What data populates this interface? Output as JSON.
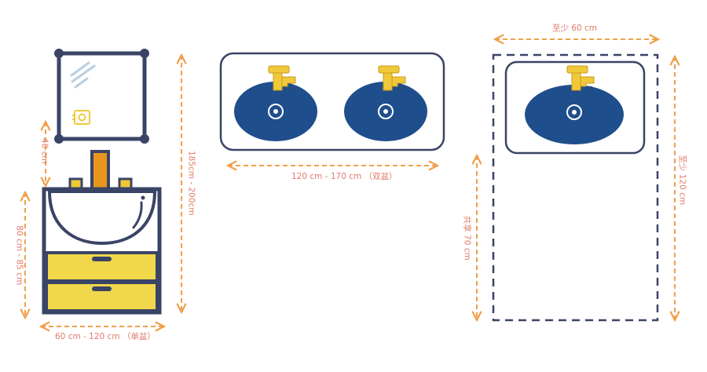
{
  "colors": {
    "navy": "#3a4466",
    "sink_blue": "#1f4e8c",
    "yellow": "#f0c93a",
    "orange_handle": "#e8951e",
    "dim_line": "#f0a04b",
    "label": "#e07a6a",
    "vanity_white": "#ffffff"
  },
  "labels": {
    "mirror_gap": "40 cm",
    "vanity_height": "80 cm - 85 cm",
    "mirror_total_height": "185cm - 200cm",
    "single_width": "60 cm - 120 cm （单盆）",
    "double_width": "120 cm - 170 cm （双盆）",
    "min_width": "至少 60 cm",
    "min_depth": "至少 120 cm",
    "shared_depth": "共享 70 cm"
  }
}
